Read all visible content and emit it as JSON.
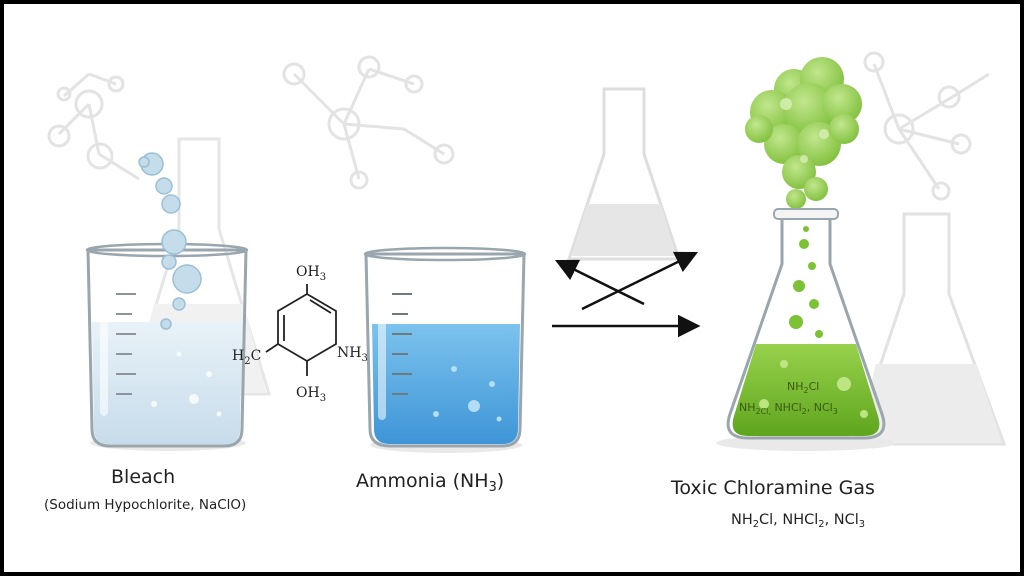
{
  "bleach": {
    "name": "Bleach",
    "subtitle": "(Sodium Hypochlorite, NaClO)"
  },
  "ammonia": {
    "name": "Ammonia (NH",
    "sub": "3",
    "close": ")"
  },
  "product": {
    "name": "Toxic Chloramine Gas",
    "f1": "NH",
    "f1sub": "2",
    "f1tail": "Cl, NHCl",
    "f2sub": "2",
    "f2tail": ", NCl",
    "f3sub": "3",
    "flask_top": "NH",
    "flask_top_tail": "Cl",
    "flask_row": "NH",
    "flask_row_mid": " NHCl",
    "flask_row_sub": "2",
    "flask_row_tail": ",  NCl",
    "flask_row_sub2": "3"
  },
  "molecule": {
    "top": "OH",
    "top_sub": "3",
    "bottom": "OH",
    "bottom_sub": "3",
    "left": "H",
    "left_sub": "2",
    "left_tail": "C",
    "right": "NH",
    "right_sub": "3"
  },
  "colors": {
    "bleach_liquid": "#dcebf3",
    "ammonia_liquid": "#5fb1e3",
    "gas": "#8fc94a",
    "flask_liquid": "#7cc234"
  }
}
